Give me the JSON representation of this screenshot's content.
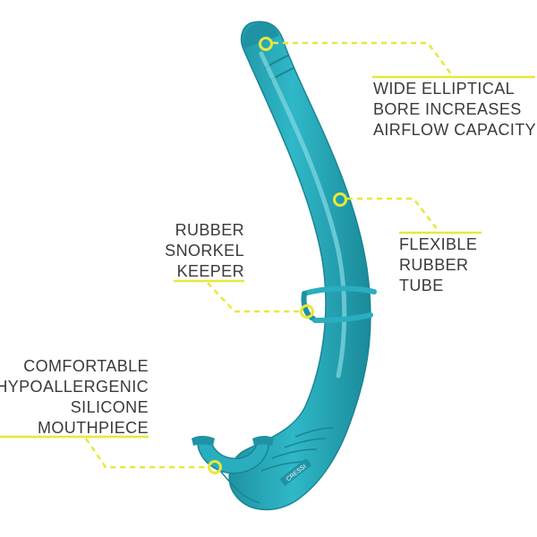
{
  "product": {
    "color": "#2aaebf",
    "shade_color": "#1f93a3",
    "highlight_color": "#7fd6df",
    "logo_text": "CRESSI",
    "logo_icon": "cressi-logo-icon"
  },
  "accent": {
    "callout_line_color": "#e8e83a",
    "marker_color": "#e8e83a",
    "text_color": "#3a3a3a"
  },
  "callouts": [
    {
      "id": "bore",
      "lines": [
        "WIDE ELLIPTICAL",
        "BORE INCREASES",
        "AIRFLOW CAPACITY"
      ]
    },
    {
      "id": "tube",
      "lines": [
        "FLEXIBLE",
        "RUBBER",
        "TUBE"
      ]
    },
    {
      "id": "keeper",
      "lines": [
        "RUBBER",
        "SNORKEL",
        "KEEPER"
      ]
    },
    {
      "id": "mouthpiece",
      "lines": [
        "COMFORTABLE",
        "HYPOALLERGENIC",
        "SILICONE",
        "MOUTHPIECE"
      ]
    }
  ]
}
